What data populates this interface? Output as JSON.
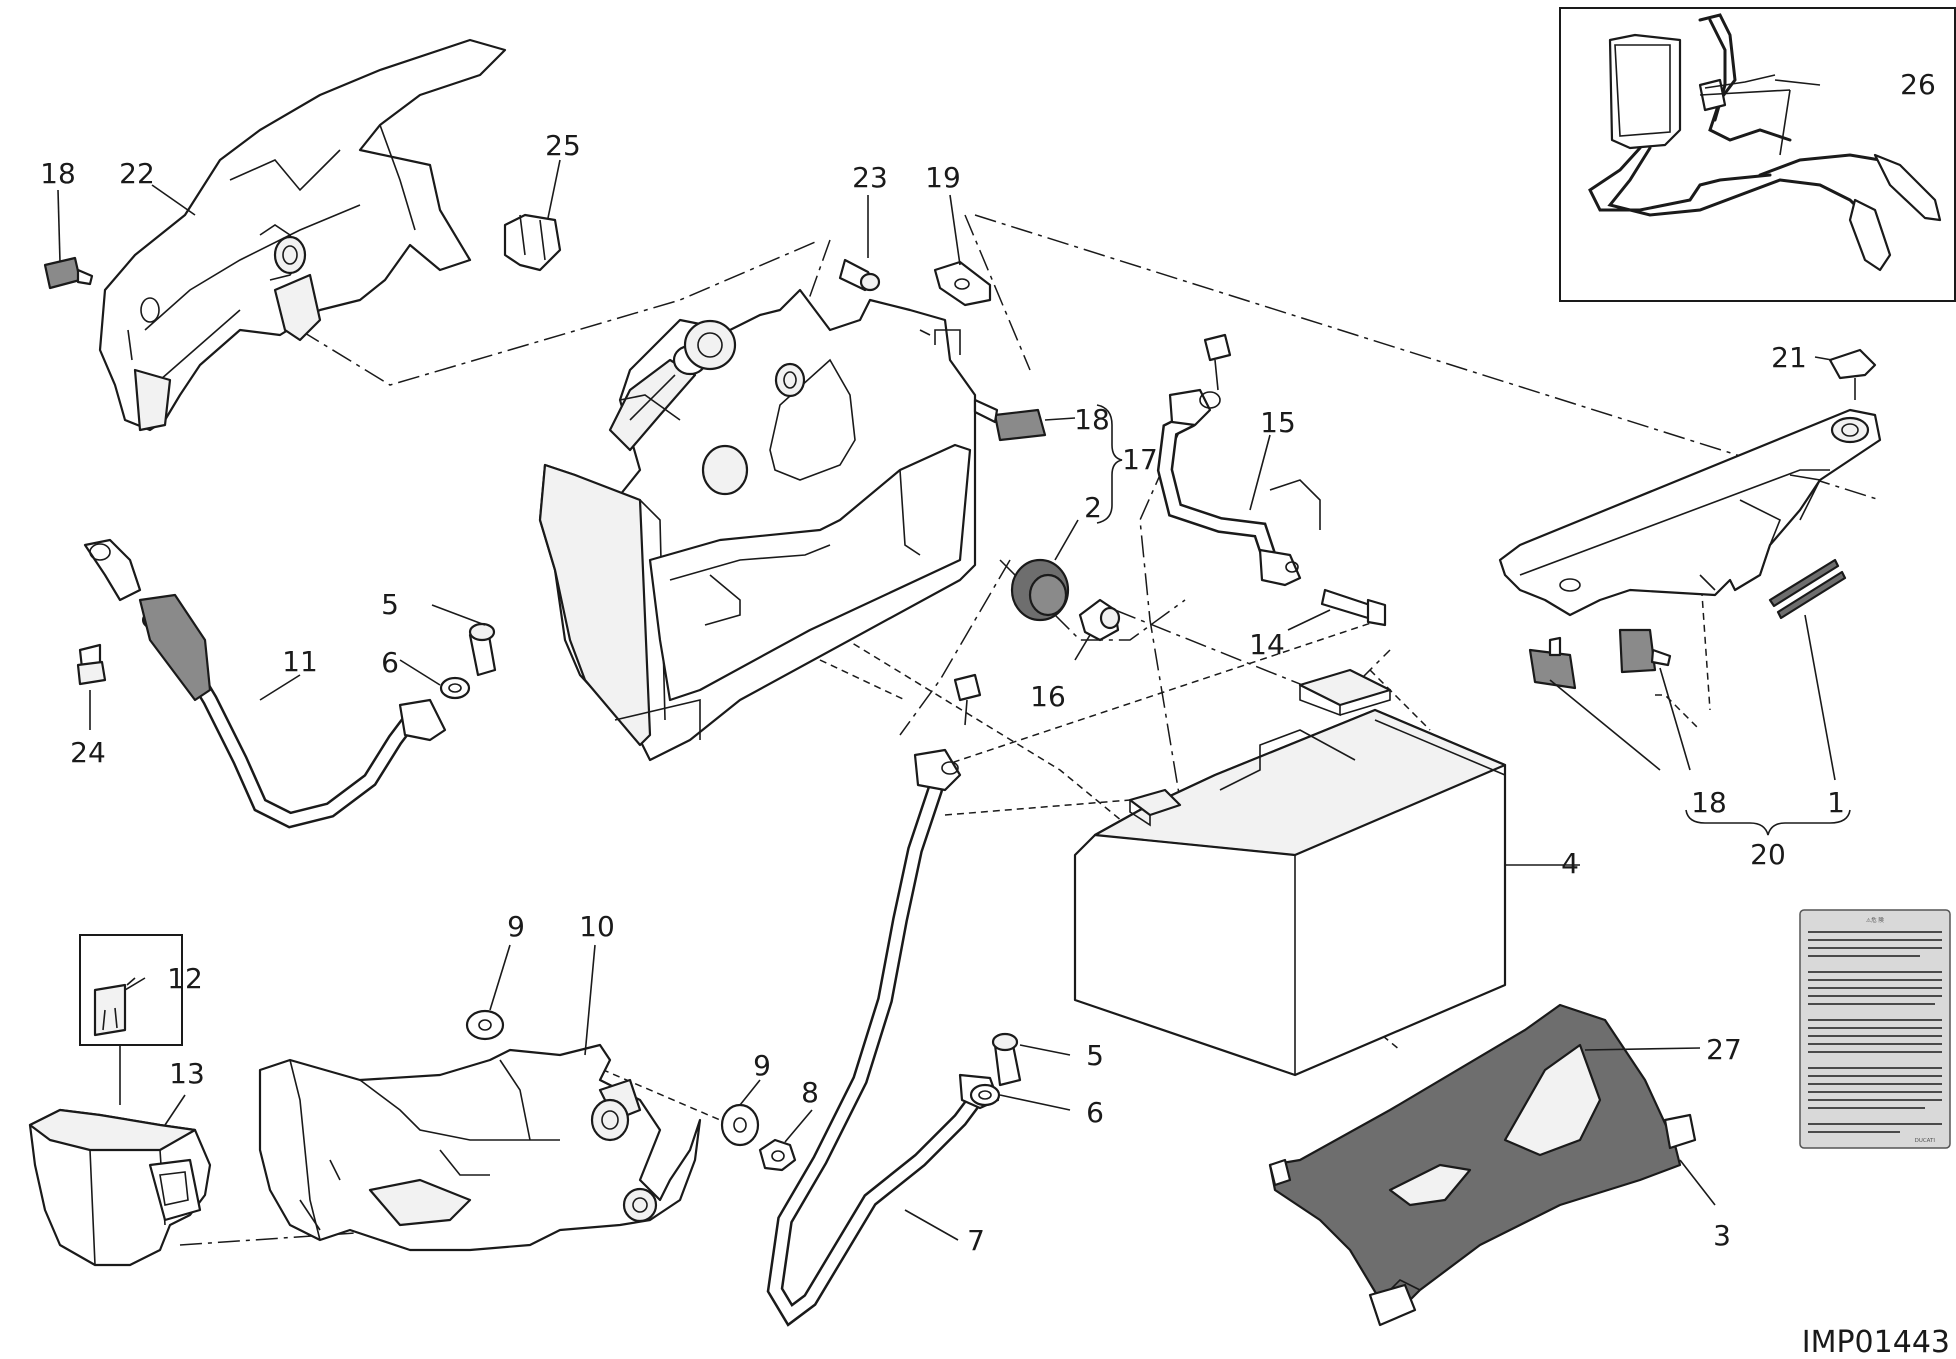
{
  "diagram": {
    "drawing_code": "IMP01443",
    "callouts": {
      "c1": "1",
      "c2": "2",
      "c3": "3",
      "c4": "4",
      "c5a": "5",
      "c5b": "5",
      "c6a": "6",
      "c6b": "6",
      "c7": "7",
      "c8": "8",
      "c9a": "9",
      "c9b": "9",
      "c10": "10",
      "c11": "11",
      "c12": "12",
      "c13": "13",
      "c14": "14",
      "c15": "15",
      "c16": "16",
      "c17": "17",
      "c18a": "18",
      "c18b": "18",
      "c18c": "18",
      "c19": "19",
      "c20": "20",
      "c21": "21",
      "c22": "22",
      "c23": "23",
      "c24": "24",
      "c25": "25",
      "c26": "26",
      "c27": "27"
    },
    "warning_label": {
      "title": "⚠危 険",
      "brand": "DUCATI"
    }
  }
}
